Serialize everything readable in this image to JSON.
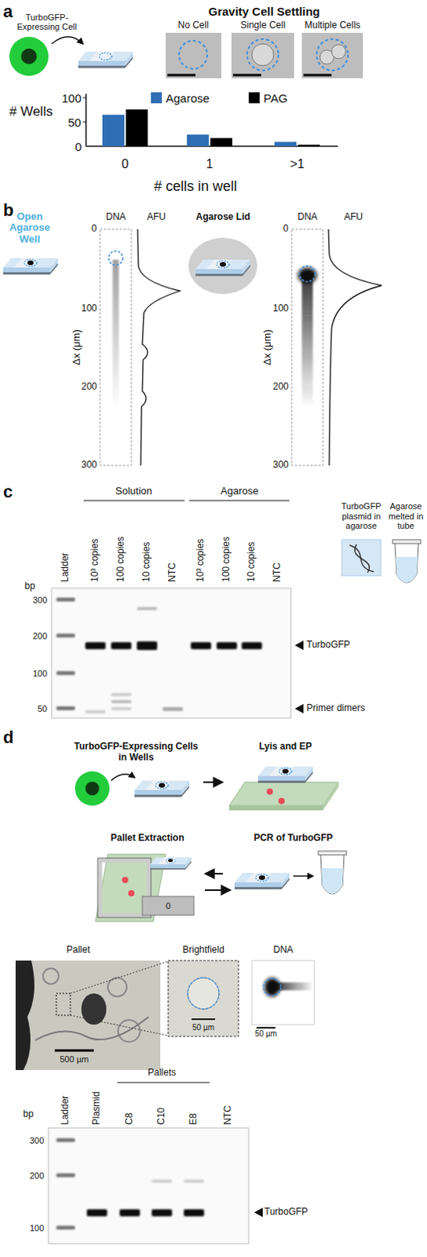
{
  "diagram": {
    "nodes": [
      {
        "text": [
          "TurboGFP-Expressing Cells in Wells"
        ]
      },
      {
        "text": [
          "Lyis and EP"
        ]
      },
      {
        "text": [
          "Pallet Extraction"
        ]
      },
      {
        "text": [
          "PCR of TurboGFP"
        ]
      }
    ],
    "edges": [
      {
        "from": 0,
        "to": 1,
        "arrow": "to"
      },
      {
        "from": 1,
        "to": 2,
        "arrow": "to"
      },
      {
        "from": 2,
        "to": 3,
        "arrow": "to"
      }
    ],
    "labels": [
      "a",
      "TurboGFP-Expressing Cell",
      "Gravity Cell Settling",
      "No Cell",
      "Single Cell",
      "Multiple Cells",
      "# Wells",
      "100",
      "50",
      "0",
      "0",
      "1",
      ">1",
      "# cells in well",
      "b",
      "Open Agarose Well",
      "DNA",
      "AFU",
      "0",
      "100",
      "200",
      "300",
      "Δx (μm)",
      "Agarose Lid",
      "DNA",
      "AFU",
      "0",
      "100",
      "200",
      "300",
      "Δx (μm)",
      "c",
      "Solution",
      "Agarose",
      "bp",
      "Ladder",
      "10³ copies",
      "100 copies",
      "10 copies",
      "NTC",
      "10³ copies",
      "100 copies",
      "10 copies",
      "NTC",
      "300",
      "200",
      "100",
      "50",
      "TurboGFP",
      "Primer dimers",
      "TurboGFP plasmid in agarose",
      "Agarose melted in tube",
      "d",
      "0",
      "Pallet",
      "500 µm",
      "Brightfield",
      "50 µm",
      "DNA",
      "50 µm",
      "bp",
      "Ladder",
      "Plasmid",
      "Pallets",
      "C8",
      "C10",
      "E8",
      "NTC",
      "300",
      "200",
      "100",
      "TurboGFP"
    ],
    "legend": [
      {
        "text": "Agarose",
        "color": "#2f6eb5"
      },
      {
        "text": "PAG",
        "color": "#000000"
      }
    ]
  }
}
